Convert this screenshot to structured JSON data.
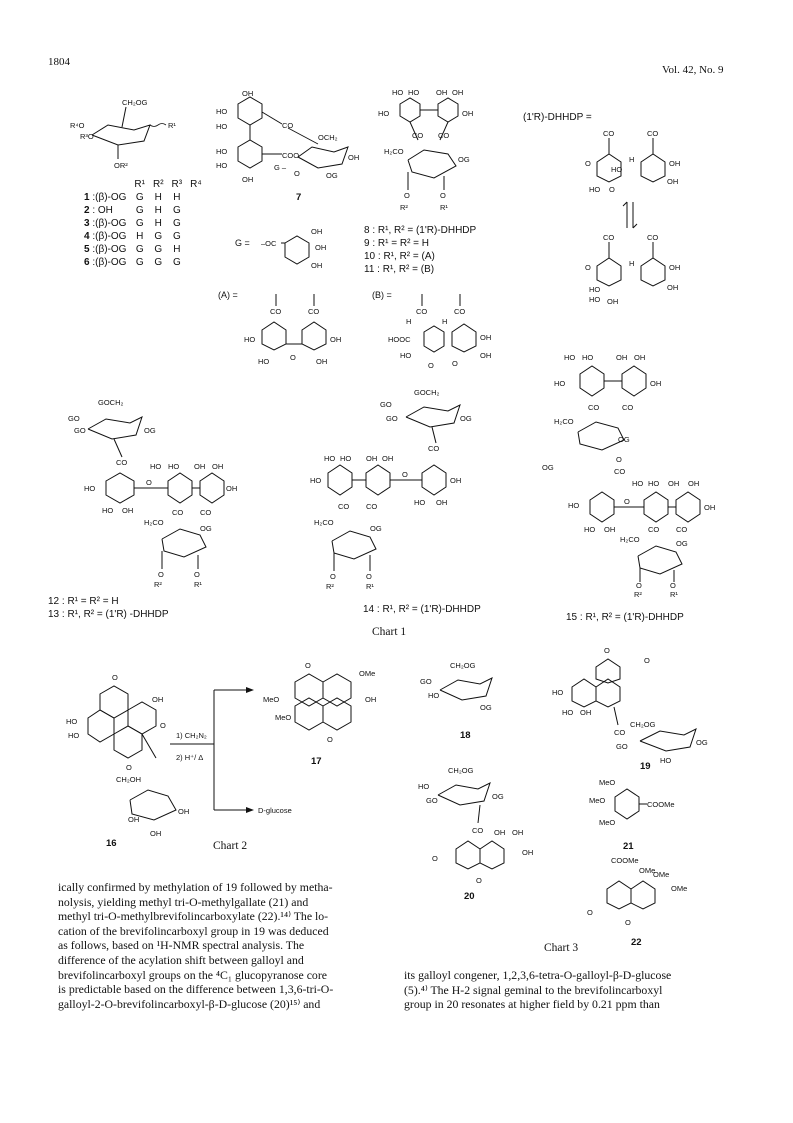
{
  "header": {
    "page_number": "1804",
    "volume": "Vol. 42, No. 9"
  },
  "chart1": {
    "caption": "Chart 1",
    "table": {
      "headers": [
        "R¹",
        "R²",
        "R³",
        "R⁴"
      ],
      "rows": [
        {
          "id": "1",
          "r1": ":(β)-OG",
          "r2": "G",
          "r3": "H",
          "r4": "H"
        },
        {
          "id": "2",
          "r1": ":  OH",
          "r2": "G",
          "r3": "H",
          "r4": "G"
        },
        {
          "id": "3",
          "r1": ":(β)-OG",
          "r2": "G",
          "r3": "H",
          "r4": "G"
        },
        {
          "id": "4",
          "r1": ":(β)-OG",
          "r2": "H",
          "r3": "G",
          "r4": "G"
        },
        {
          "id": "5",
          "r1": ":(β)-OG",
          "r2": "G",
          "r3": "G",
          "r4": "H"
        },
        {
          "id": "6",
          "r1": ":(β)-OG",
          "r2": "G",
          "r3": "G",
          "r4": "G"
        }
      ]
    },
    "compound7_label": "7",
    "g_definition": "G =",
    "dhhdp_definition": "(1'R)-DHHDP =",
    "a_label": "(A) =",
    "b_label": "(B) =",
    "series_8_11": [
      "8 : R¹, R² = (1'R)-DHHDP",
      "9 : R¹ = R² = H",
      "10 : R¹, R² = (A)",
      "11 : R¹, R² = (B)"
    ],
    "label_12": "12 : R¹ = R² = H",
    "label_13": "13 : R¹, R² = (1'R) -DHHDP",
    "label_14": "14 : R¹, R² = (1'R)-DHHDP",
    "label_15": "15 : R¹, R² = (1'R)-DHHDP"
  },
  "chart2": {
    "caption": "Chart 2",
    "compound16": "16",
    "compound17": "17",
    "step1": "1) CH₂N₂",
    "step2": "2) H⁺/ Δ",
    "product": "D-glucose"
  },
  "chart3": {
    "caption": "Chart 3",
    "compounds": [
      "18",
      "19",
      "20",
      "21",
      "22"
    ]
  },
  "body_left": [
    "ically confirmed by methylation of 19 followed by metha-",
    "nolysis, yielding methyl tri-O-methylgallate (21) and",
    "methyl tri-O-methylbrevifolincarboxylate (22).¹⁴⁾ The lo-",
    "cation of the brevifolincarboxyl group in 19 was deduced",
    "as follows, based on ¹H-NMR spectral analysis. The",
    "difference of the acylation shift between galloyl and",
    "brevifolincarboxyl groups on the ⁴C₁ glucopyranose core",
    "is predictable based on the difference between 1,3,6-tri-O-",
    "galloyl-2-O-brevifolincarboxyl-β-D-glucose (20)¹⁵⁾ and"
  ],
  "body_right": [
    "its galloyl congener, 1,2,3,6-tetra-O-galloyl-β-D-glucose",
    "(5).⁴⁾ The H-2 signal geminal to the brevifolincarboxyl",
    "group in 20 resonates at higher field by 0.21 ppm than"
  ],
  "chem_labels": {
    "OH": "OH",
    "HO": "HO",
    "CO": "CO",
    "OG": "OG",
    "GO": "GO",
    "CH2OG": "CH₂OG",
    "CH2OH": "CH₂OH",
    "H2CO": "H₂CO",
    "OCH2": "OCH₂",
    "MeO": "MeO",
    "OMe": "OMe",
    "COOMe": "COOMe",
    "GOCH2": "GOCH₂",
    "R1": "R¹",
    "R2": "R²",
    "R3O": "R³O",
    "R4O": "R⁴O",
    "OR2": "OR²",
    "HOOC": "HOOC",
    "COO": "COO",
    "H": "H",
    "O": "O",
    "G_prefix": "G –",
    "OC_prefix": "–OC"
  }
}
